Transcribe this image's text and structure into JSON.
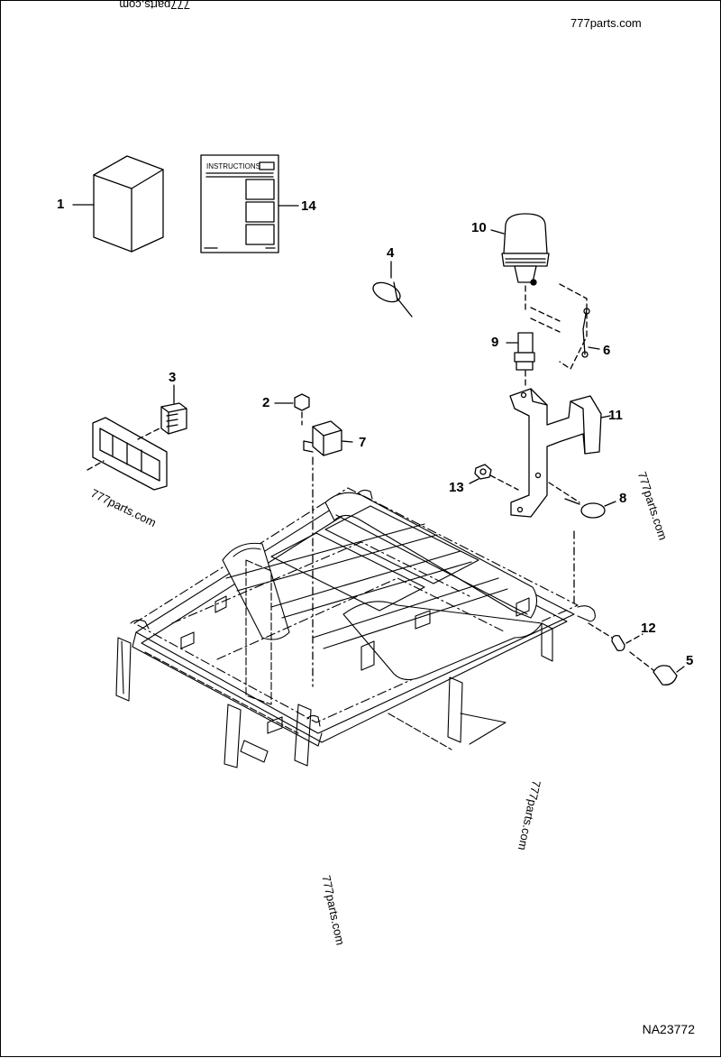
{
  "watermarks": {
    "top_right": "777parts.com",
    "left": "777parts.com",
    "right": "777parts.com",
    "bottom_right": "777parts.com",
    "bottom_center": "777parts.com",
    "top_edge": "777parts.com"
  },
  "drawing_id": "NA23772",
  "instructions_sheet_title": "INSTRUCTIONS",
  "callouts": [
    "1",
    "2",
    "3",
    "4",
    "5",
    "6",
    "7",
    "8",
    "9",
    "10",
    "11",
    "12",
    "13",
    "14"
  ]
}
